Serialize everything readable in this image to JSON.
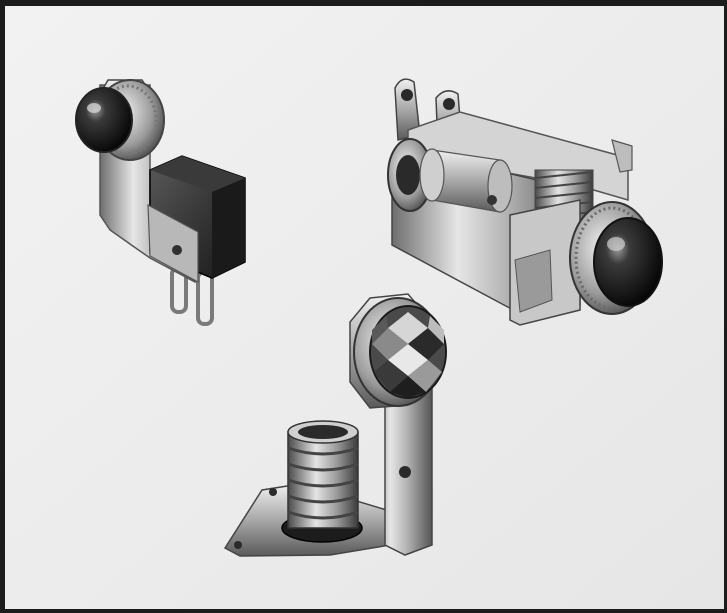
{
  "image": {
    "subjects": [
      "pilot-light-assembly-with-round-lens-and-socket-block",
      "pilot-light-assembly-with-long-bracket-and-cylindrical-socket",
      "pilot-light-assembly-with-faceted-jewel-lens-and-threaded-socket"
    ],
    "palette": {
      "frame": "#222222",
      "paper": "#eeeeee",
      "metal_light": "#e8e8e8",
      "metal_mid": "#9a9a9a",
      "metal_dark": "#3a3a3a",
      "lens_dark": "#111111"
    }
  }
}
